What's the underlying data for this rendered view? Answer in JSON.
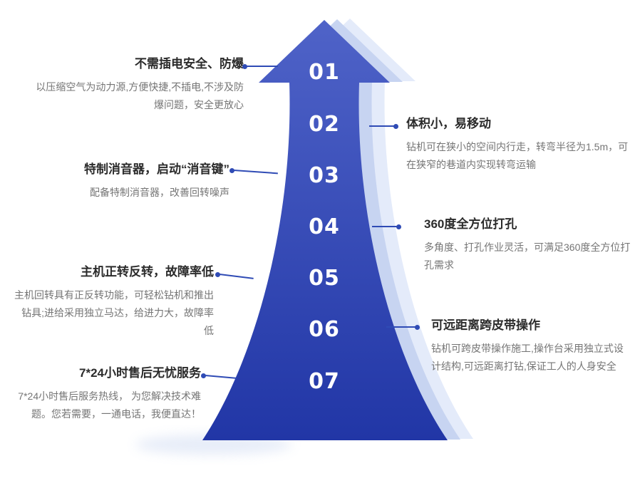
{
  "colors": {
    "accent": "#2f4bb5",
    "arrow_top": "#4f63c8",
    "arrow_bottom": "#2136a6",
    "echo_light": "#c7d4f1",
    "echo_lighter": "#e4ebfa",
    "title_text": "#2b2b2b",
    "body_text": "#757575",
    "number_text": "#ffffff"
  },
  "arrow": {
    "numbers": [
      "01",
      "02",
      "03",
      "04",
      "05",
      "06",
      "07"
    ]
  },
  "left_features": [
    {
      "title": "不需插电安全、防爆",
      "body": "以压缩空气为动力源,方便快捷,不插电,不涉及防爆问题，安全更放心"
    },
    {
      "title": "特制消音器，启动“消音键”",
      "body": "配备特制消音器，改善回转噪声"
    },
    {
      "title": "主机正转反转，故障率低",
      "body": "主机回转具有正反转功能，可轻松钻机和推出钻具;进给采用独立马达，给进力大，故障率低"
    },
    {
      "title": "7*24小时售后无忧服务",
      "body": "7*24小时售后服务热线， 为您解决技术难题。您若需要，一通电话，我便直达！"
    }
  ],
  "right_features": [
    {
      "title": "体积小，易移动",
      "body": "钻机可在狭小的空间内行走，转弯半径为1.5m，可在狭窄的巷道内实现转弯运输"
    },
    {
      "title": "360度全方位打孔",
      "body": "多角度、打孔作业灵活，可满足360度全方位打孔需求"
    },
    {
      "title": "可远距离跨皮带操作",
      "body": "钻机可跨皮带操作施工,操作台采用独立式设计结构,可远距离打钻,保证工人的人身安全"
    }
  ]
}
